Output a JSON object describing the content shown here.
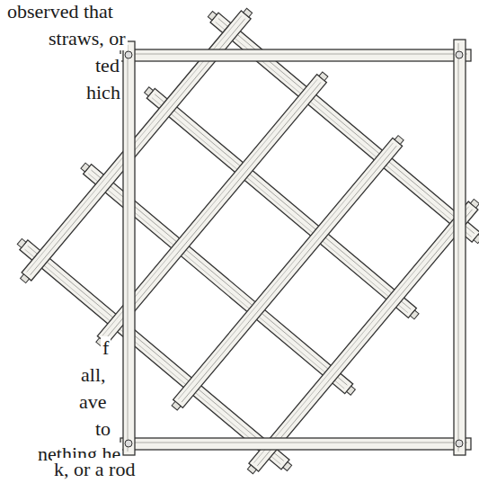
{
  "diagram": {
    "labels": [
      "observed that",
      "straws, or",
      "ted",
      "hich",
      "f",
      "all,",
      "ave",
      "to",
      "nething he",
      "k, or a rod"
    ]
  }
}
